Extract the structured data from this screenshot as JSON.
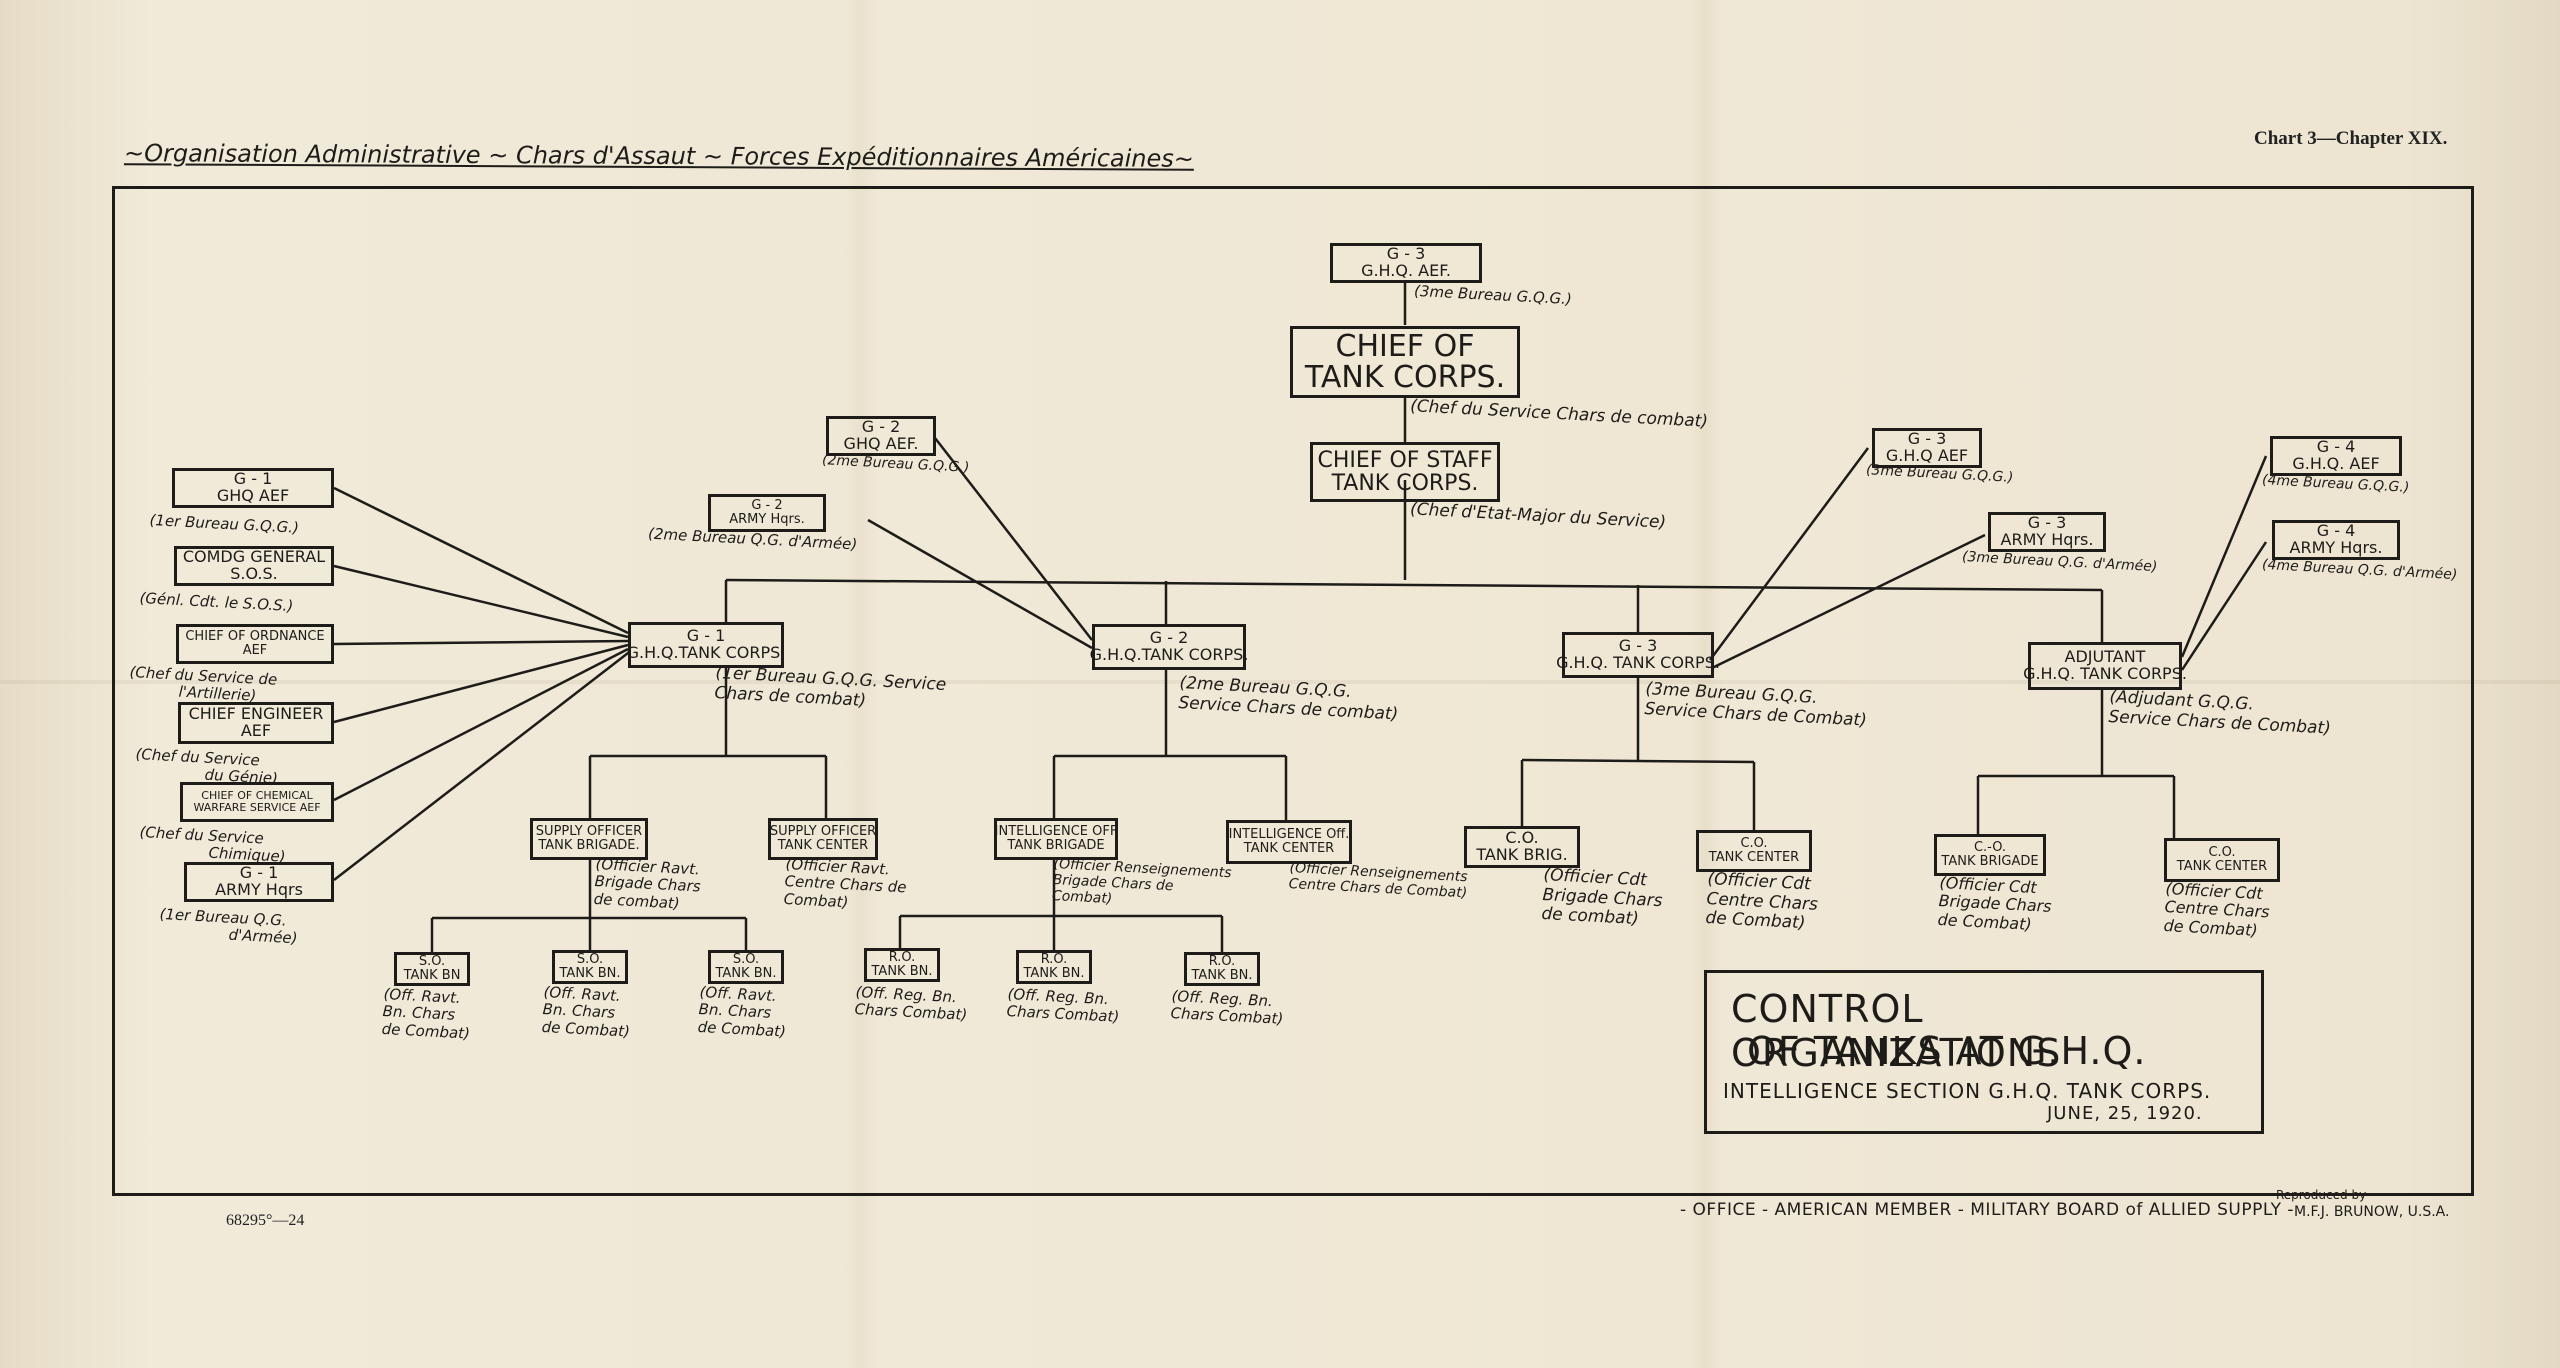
{
  "header": {
    "subtitle": "~Organisation Administrative ~ Chars d'Assaut ~ Forces Expéditionnaires Américaines~",
    "chart_ref": "Chart 3—Chapter XIX."
  },
  "top": {
    "g3": {
      "l1": "G - 3",
      "l2": "G.H.Q. AEF."
    },
    "g3_note": "(3me Bureau G.Q.G.)",
    "chief": {
      "l1": "CHIEF OF",
      "l2": "TANK CORPS."
    },
    "chief_note": "(Chef du Service Chars de combat)",
    "staff": {
      "l1": "CHIEF OF STAFF",
      "l2": "TANK CORPS."
    },
    "staff_note": "(Chef d'Etat-Major du Service)"
  },
  "left_column": [
    {
      "l1": "G - 1",
      "l2": "GHQ AEF",
      "note": [
        "(1er Bureau G.Q.G.)"
      ]
    },
    {
      "l1": "COMDG GENERAL",
      "l2": "S.O.S.",
      "note": [
        "(Génl. Cdt. le S.O.S.)"
      ]
    },
    {
      "l1": "CHIEF OF ORDNANCE",
      "l2": "AEF",
      "note": [
        "(Chef du Service de",
        "l'Artillerie)"
      ]
    },
    {
      "l1": "CHIEF ENGINEER",
      "l2": "AEF",
      "note": [
        "(Chef du Service",
        "du Génie)"
      ]
    },
    {
      "l1": "CHIEF OF CHEMICAL",
      "l2": "WARFARE SERVICE AEF",
      "note": [
        "(Chef du Service",
        "Chimique)"
      ]
    },
    {
      "l1": "G - 1",
      "l2": "ARMY Hqrs",
      "note": [
        "(1er Bureau Q.G.",
        "d'Armée)"
      ]
    }
  ],
  "g2_top": {
    "l1": "G - 2",
    "l2": "GHQ AEF.",
    "note": "(2me Bureau G.Q.G.)"
  },
  "g2_army": {
    "l1": "G - 2",
    "l2": "ARMY Hqrs.",
    "note": "(2me Bureau Q.G. d'Armée)"
  },
  "g3_right": {
    "l1": "G - 3",
    "l2": "G.H.Q AEF",
    "note": "(3me Bureau G.Q.G.)"
  },
  "g3_army": {
    "l1": "G - 3",
    "l2": "ARMY Hqrs.",
    "note": "(3me Bureau Q.G. d'Armée)"
  },
  "g4_top": {
    "l1": "G - 4",
    "l2": "G.H.Q. AEF",
    "note": "(4me Bureau G.Q.G.)"
  },
  "g4_army": {
    "l1": "G - 4",
    "l2": "ARMY Hqrs.",
    "note": "(4me Bureau Q.G. d'Armée)"
  },
  "sections": {
    "g1": {
      "l1": "G - 1",
      "l2": "G.H.Q.TANK CORPS.",
      "note": [
        "(1er Bureau G.Q.G. Service",
        "Chars de combat)"
      ]
    },
    "g2": {
      "l1": "G - 2",
      "l2": "G.H.Q.TANK CORPS.",
      "note": [
        "(2me Bureau G.Q.G.",
        "Service Chars de combat)"
      ]
    },
    "g3": {
      "l1": "G - 3",
      "l2": "G.H.Q. TANK CORPS.",
      "note": [
        "(3me Bureau G.Q.G.",
        "Service Chars de Combat)"
      ]
    },
    "adj": {
      "l1": "ADJUTANT",
      "l2": "G.H.Q. TANK CORPS.",
      "note": [
        "(Adjudant G.Q.G.",
        "Service Chars de Combat)"
      ]
    }
  },
  "second_level": [
    {
      "l1": "SUPPLY OFFICER",
      "l2": "TANK BRIGADE.",
      "note": [
        "(Officier Ravt.",
        "Brigade Chars",
        "de combat)"
      ]
    },
    {
      "l1": "SUPPLY OFFICER",
      "l2": "TANK CENTER",
      "note": [
        "(Officier Ravt.",
        "Centre Chars de",
        "Combat)"
      ]
    },
    {
      "l1": "INTELLIGENCE OFF",
      "l2": "TANK BRIGADE",
      "note": [
        "(Officier Renseignements",
        "Brigade Chars de",
        "Combat)"
      ]
    },
    {
      "l1": "INTELLIGENCE Off.",
      "l2": "TANK CENTER",
      "note": [
        "(Officier Renseignements",
        "Centre Chars de Combat)"
      ]
    },
    {
      "l1": "C.O.",
      "l2": "TANK BRIG.",
      "note": [
        "(Officier Cdt",
        "Brigade Chars",
        "de combat)"
      ]
    },
    {
      "l1": "C.O.",
      "l2": "TANK CENTER",
      "note": [
        "(Officier Cdt",
        "Centre Chars",
        "de Combat)"
      ]
    },
    {
      "l1": "C.-O.",
      "l2": "TANK BRIGADE",
      "note": [
        "(Officier Cdt",
        "Brigade Chars",
        "de Combat)"
      ]
    },
    {
      "l1": "C.O.",
      "l2": "TANK CENTER",
      "note": [
        "(Officier Cdt",
        "Centre Chars",
        "de Combat)"
      ]
    }
  ],
  "battalions": [
    {
      "l1": "S.O.",
      "l2": "TANK BN",
      "note": [
        "(Off. Ravt.",
        "Bn. Chars",
        "de Combat)"
      ]
    },
    {
      "l1": "S.O.",
      "l2": "TANK BN.",
      "note": [
        "(Off. Ravt.",
        "Bn. Chars",
        "de Combat)"
      ]
    },
    {
      "l1": "S.O.",
      "l2": "TANK BN.",
      "note": [
        "(Off. Ravt.",
        "Bn. Chars",
        "de Combat)"
      ]
    },
    {
      "l1": "R.O.",
      "l2": "TANK BN.",
      "note": [
        "(Off. Reg. Bn.",
        "Chars Combat)"
      ]
    },
    {
      "l1": "R.O.",
      "l2": "TANK BN.",
      "note": [
        "(Off. Reg. Bn.",
        "Chars Combat)"
      ]
    },
    {
      "l1": "R.O.",
      "l2": "TANK BN.",
      "note": [
        "(Off. Reg. Bn.",
        "Chars Combat)"
      ]
    }
  ],
  "title_block": {
    "line1": "CONTROL ORGANIZATIONS",
    "line2": "OF TANKS AT G.H.Q.",
    "line3": "INTELLIGENCE  SECTION G.H.Q. TANK CORPS.",
    "date": "JUNE, 25, 1920."
  },
  "footer": {
    "number": "68295°—24",
    "office": "- OFFICE - AMERICAN MEMBER - MILITARY BOARD of ALLIED SUPPLY -",
    "repro1": "Reproduced by",
    "repro2": "M.F.J. BRUNOW, U.S.A."
  }
}
